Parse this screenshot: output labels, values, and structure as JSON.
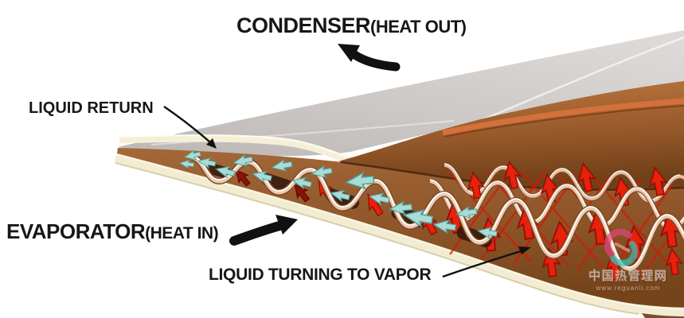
{
  "labels": {
    "condenser": {
      "main": "CONDENSER",
      "qualifier": "(HEAT OUT)"
    },
    "liquid_return": {
      "main": "LIQUID RETURN"
    },
    "evaporator": {
      "main": "EVAPORATOR",
      "qualifier": "(HEAT IN)"
    },
    "liquid_to_vapor": {
      "main": "LIQUID TURNING TO VAPOR"
    }
  },
  "watermark": {
    "site_name": "中国热管理网",
    "site_url": "www.reguanli.com"
  },
  "diagram": {
    "type": "heat-pipe-cutaway-3d",
    "flows": [
      {
        "name": "liquid-return",
        "arrow_color": "#a8dcd6",
        "direction": "left-toward-condenser"
      },
      {
        "name": "vapor-rise",
        "arrow_color": "#e8200c",
        "direction": "up-from-evaporator"
      }
    ],
    "colors": {
      "background": "#ffffff",
      "condenser_plate": "#cdc9c6",
      "plate_edge_cream": "#f5eed6",
      "copper_edge": "#d4713a",
      "wick_brown": "#96582c",
      "copper_wire": "#eccbb2",
      "vapor_red": "#e8200c",
      "liquid_cyan": "#a8dcd6",
      "label_text": "#171717"
    }
  }
}
